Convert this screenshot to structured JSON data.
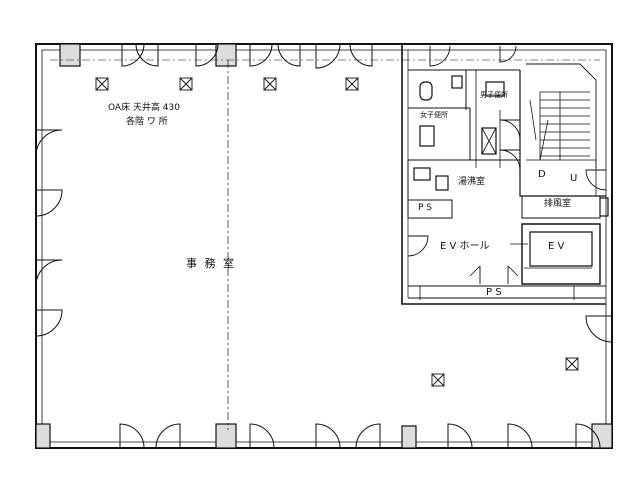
{
  "labels": {
    "office": "事 務 室",
    "ceiling_line1": "OA床 天井高 430",
    "ceiling_line2": "各階 ワ 所",
    "pantry": "湯沸室",
    "ev_hall": "E V ホール",
    "ev": "E V",
    "ps_top": "P S",
    "ps_bottom": "P S",
    "stair_d": "D",
    "stair_u": "U",
    "exhaust_room": "排風室",
    "toilet_m": "男子便所",
    "toilet_f": "女子便所"
  }
}
